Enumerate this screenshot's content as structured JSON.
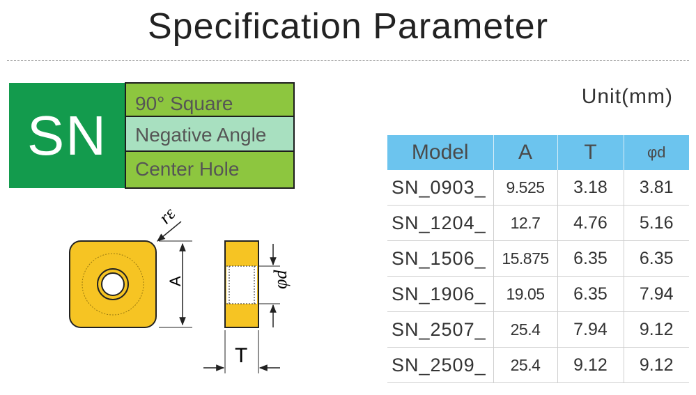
{
  "title": "Specification Parameter",
  "badge": {
    "code": "SN",
    "features": [
      "90° Square",
      "Negative Angle",
      "Center Hole"
    ]
  },
  "unit": "Unit(mm)",
  "diagram": {
    "corner_label": "rε",
    "width_label": "A",
    "thickness_label": "T",
    "hole_label": "φd"
  },
  "table": {
    "headers": [
      "Model",
      "A",
      "T",
      "φd"
    ],
    "rows": [
      [
        "SN_0903_",
        "9.525",
        "3.18",
        "3.81"
      ],
      [
        "SN_1204_",
        "12.7",
        "4.76",
        "5.16"
      ],
      [
        "SN_1506_",
        "15.875",
        "6.35",
        "6.35"
      ],
      [
        "SN_1906_",
        "19.05",
        "6.35",
        "7.94"
      ],
      [
        "SN_2507_",
        "25.4",
        "7.94",
        "9.12"
      ],
      [
        "SN_2509_",
        "25.4",
        "9.12",
        "9.12"
      ]
    ]
  },
  "colors": {
    "badge_green": "#139b4d",
    "feature_green": "#8dc63f",
    "feature_mint": "#a8e0c0",
    "header_blue": "#6cc4ee",
    "insert_yellow": "#f6c423"
  }
}
